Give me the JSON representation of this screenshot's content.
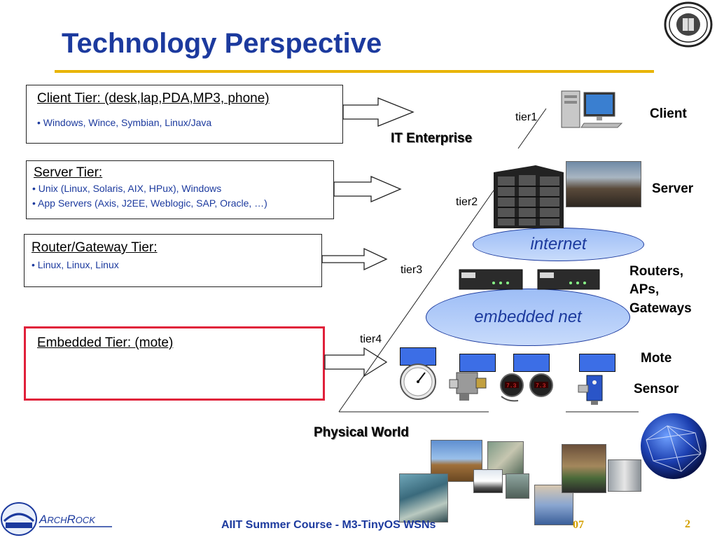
{
  "title": "Technology Perspective",
  "tiers": [
    {
      "heading": "Client Tier: (desk,lap,PDA,MP3, phone)",
      "bullets": [
        "• Windows, Wince, Symbian, Linux/Java"
      ]
    },
    {
      "heading": "Server Tier:",
      "bullets": [
        "• Unix (Linux, Solaris, AIX, HPux), Windows",
        "• App Servers (Axis, J2EE, Weblogic, SAP, Oracle, …)"
      ]
    },
    {
      "heading": "Router/Gateway Tier:",
      "bullets": [
        "• Linux, Linux, Linux"
      ]
    },
    {
      "heading": "Embedded Tier: (mote)",
      "bullets": []
    }
  ],
  "tier_labels": [
    "tier1",
    "tier2",
    "tier3",
    "tier4"
  ],
  "it_enterprise": "IT Enterprise",
  "physical_world": "Physical World",
  "right_labels": {
    "client": "Client",
    "server": "Server",
    "routers": [
      "Routers,",
      "APs,",
      "Gateways"
    ],
    "mote": "Mote",
    "sensor": "Sensor"
  },
  "clouds": {
    "internet": "internet",
    "embedded": "embedded net"
  },
  "footer": {
    "course": "AIIT Summer Course - M3-TinyOS WSNs",
    "year_fragment": "07",
    "page": "2",
    "logo_text": "ARCHROCK"
  },
  "colors": {
    "title": "#1c3a9e",
    "rule": "#e8b400",
    "highlight_box": "#e0203a",
    "cloud_fill": "#aac6f8"
  },
  "icons": [
    "desktop-computer-icon",
    "server-rack-icon",
    "router-icon",
    "mote-icon",
    "pressure-gauge-icon",
    "sensor-icon",
    "globe-icon",
    "university-seal-icon"
  ]
}
